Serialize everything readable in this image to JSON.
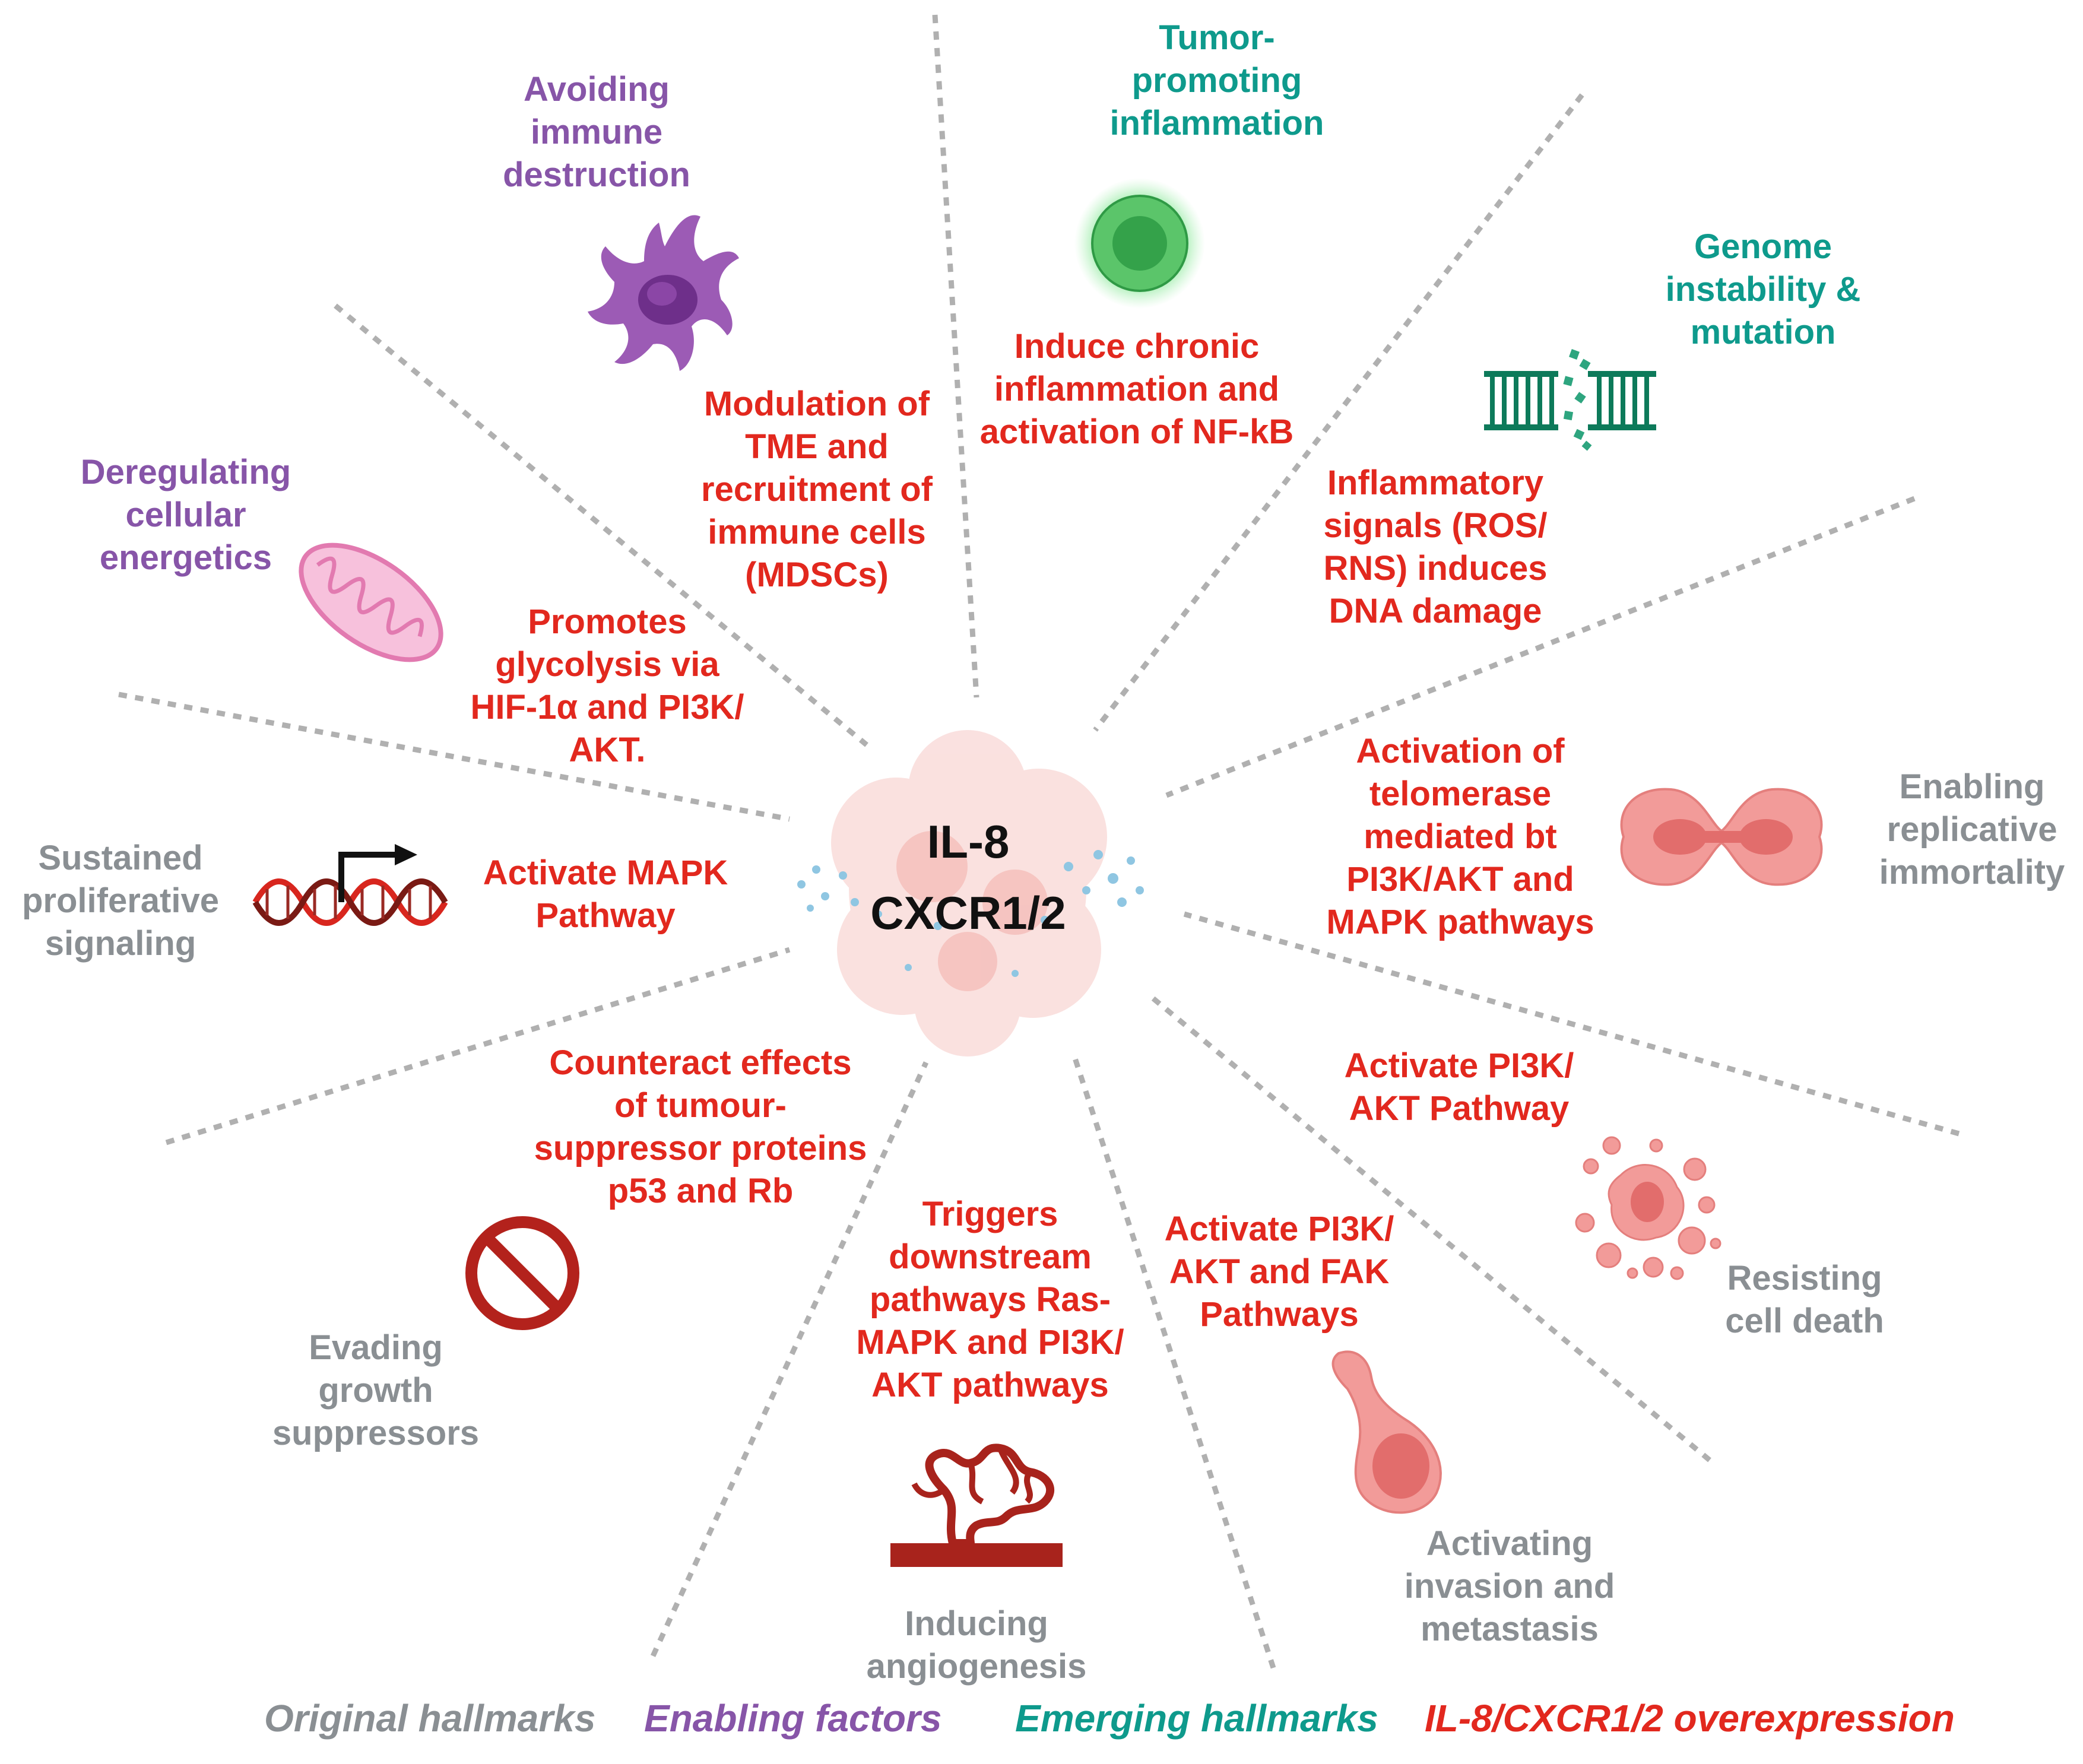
{
  "center": {
    "line1": "IL-8",
    "line2": "CXCR1/2"
  },
  "hallmarks": {
    "avoiding_immune": "Avoiding\nimmune\ndestruction",
    "tumor_inflammation": "Tumor-\npromoting\ninflammation",
    "genome_instability": "Genome\ninstability &\nmutation",
    "deregulating_energetics": "Deregulating\ncellular\nenergetics",
    "replicative_immortality": "Enabling\nreplicative\nimmortality",
    "sustained_proliferative": "Sustained\nproliferative\nsignaling",
    "resisting_cell_death": "Resisting\ncell death",
    "evading_growth": "Evading\ngrowth\nsuppressors",
    "invasion_metastasis": "Activating\ninvasion and\nmetastasis",
    "angiogenesis": "Inducing\nangiogenesis"
  },
  "mechanisms": {
    "tme": "Modulation of\nTME and\nrecruitment of\nimmune cells\n(MDSCs)",
    "chronic_inflammation": "Induce chronic\ninflammation and\nactivation of NF-kB",
    "ros_rns": "Inflammatory\nsignals (ROS/\nRNS) induces\nDNA damage",
    "glycolysis": "Promotes\nglycolysis via\nHIF-1α and PI3K/\nAKT.",
    "telomerase": "Activation of\ntelomerase\nmediated bt\nPI3K/AKT and\nMAPK pathways",
    "mapk": "Activate MAPK\nPathway",
    "pi3k_akt": "Activate PI3K/\nAKT Pathway",
    "tumour_suppressor": "Counteract effects\nof tumour-\nsuppressor proteins\np53 and Rb",
    "ras_mapk": "Triggers\ndownstream\npathways Ras-\nMAPK and PI3K/\nAKT pathways",
    "fak": "Activate PI3K/\nAKT and FAK\nPathways"
  },
  "legend": {
    "original": "Original hallmarks",
    "enabling": "Enabling factors",
    "emerging": "Emerging hallmarks",
    "overexpression": "IL-8/CXCR1/2 overexpression"
  },
  "colors": {
    "enabling": "#8755a8",
    "emerging": "#0e9a8c",
    "original": "#8a8f93",
    "overexpression": "#e2281e",
    "ray": "#b0b0b0"
  },
  "icons": [
    "dendritic-cell-icon",
    "inflamed-cell-icon",
    "dna-damage-icon",
    "mitochondria-icon",
    "dividing-cell-icon",
    "gene-expression-icon",
    "apoptotic-cell-icon",
    "prohibition-icon",
    "migrating-cell-icon",
    "blood-vessel-icon"
  ]
}
